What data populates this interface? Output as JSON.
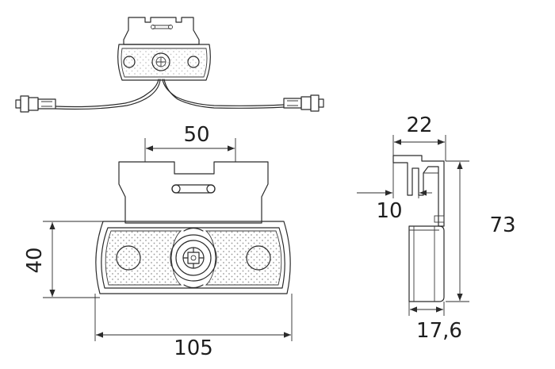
{
  "dimensions": {
    "top_width": "50",
    "height": "40",
    "total_width": "105",
    "depth": "22",
    "offset": "10",
    "total_height": "73",
    "base_depth": "17,6"
  },
  "colors": {
    "line": "#2b2b2b",
    "background": "#ffffff",
    "texture": "#9a9a9a"
  }
}
